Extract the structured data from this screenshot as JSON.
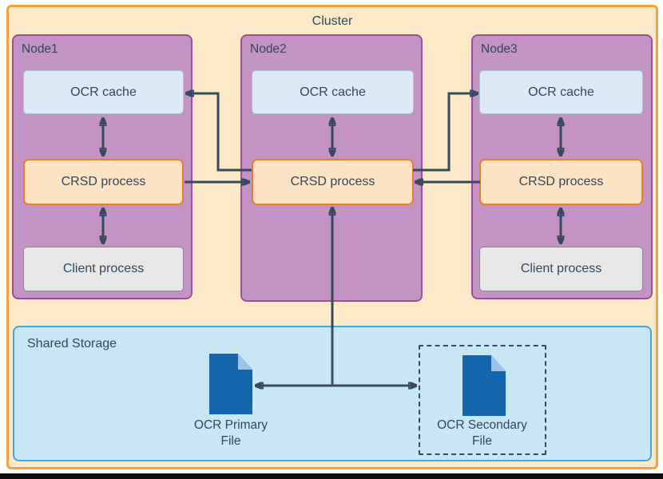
{
  "cluster": {
    "title": "Cluster"
  },
  "nodes": [
    {
      "label": "Node1",
      "cache": "OCR cache",
      "crsd": "CRSD process",
      "client": "Client process"
    },
    {
      "label": "Node2",
      "cache": "OCR cache",
      "crsd": "CRSD process"
    },
    {
      "label": "Node3",
      "cache": "OCR cache",
      "crsd": "CRSD process",
      "client": "Client process"
    }
  ],
  "storage": {
    "label": "Shared Storage",
    "primary_file": {
      "line1": "OCR Primary",
      "line2": "File"
    },
    "secondary_file": {
      "line1": "OCR Secondary",
      "line2": "File"
    }
  },
  "colors": {
    "cluster_fill": "#FBE9C8",
    "cluster_border": "#F2A33B",
    "node_fill": "#C493C6",
    "node_border": "#9B4F9B",
    "cache_fill": "#DCE9F6",
    "cache_border": "#AEBFD1",
    "crsd_fill": "#FBE3C4",
    "crsd_border": "#EB7D26",
    "client_fill": "#E8E8E8",
    "client_border": "#848B93",
    "storage_fill": "#C7E7F5",
    "storage_border": "#45A6DB",
    "file_icon_fill": "#1666AD",
    "file_icon_fold": "#9DC3E9",
    "connector_line": "#394A5C",
    "text": "#33475A",
    "bottom_bar": "#0D0D0D"
  }
}
